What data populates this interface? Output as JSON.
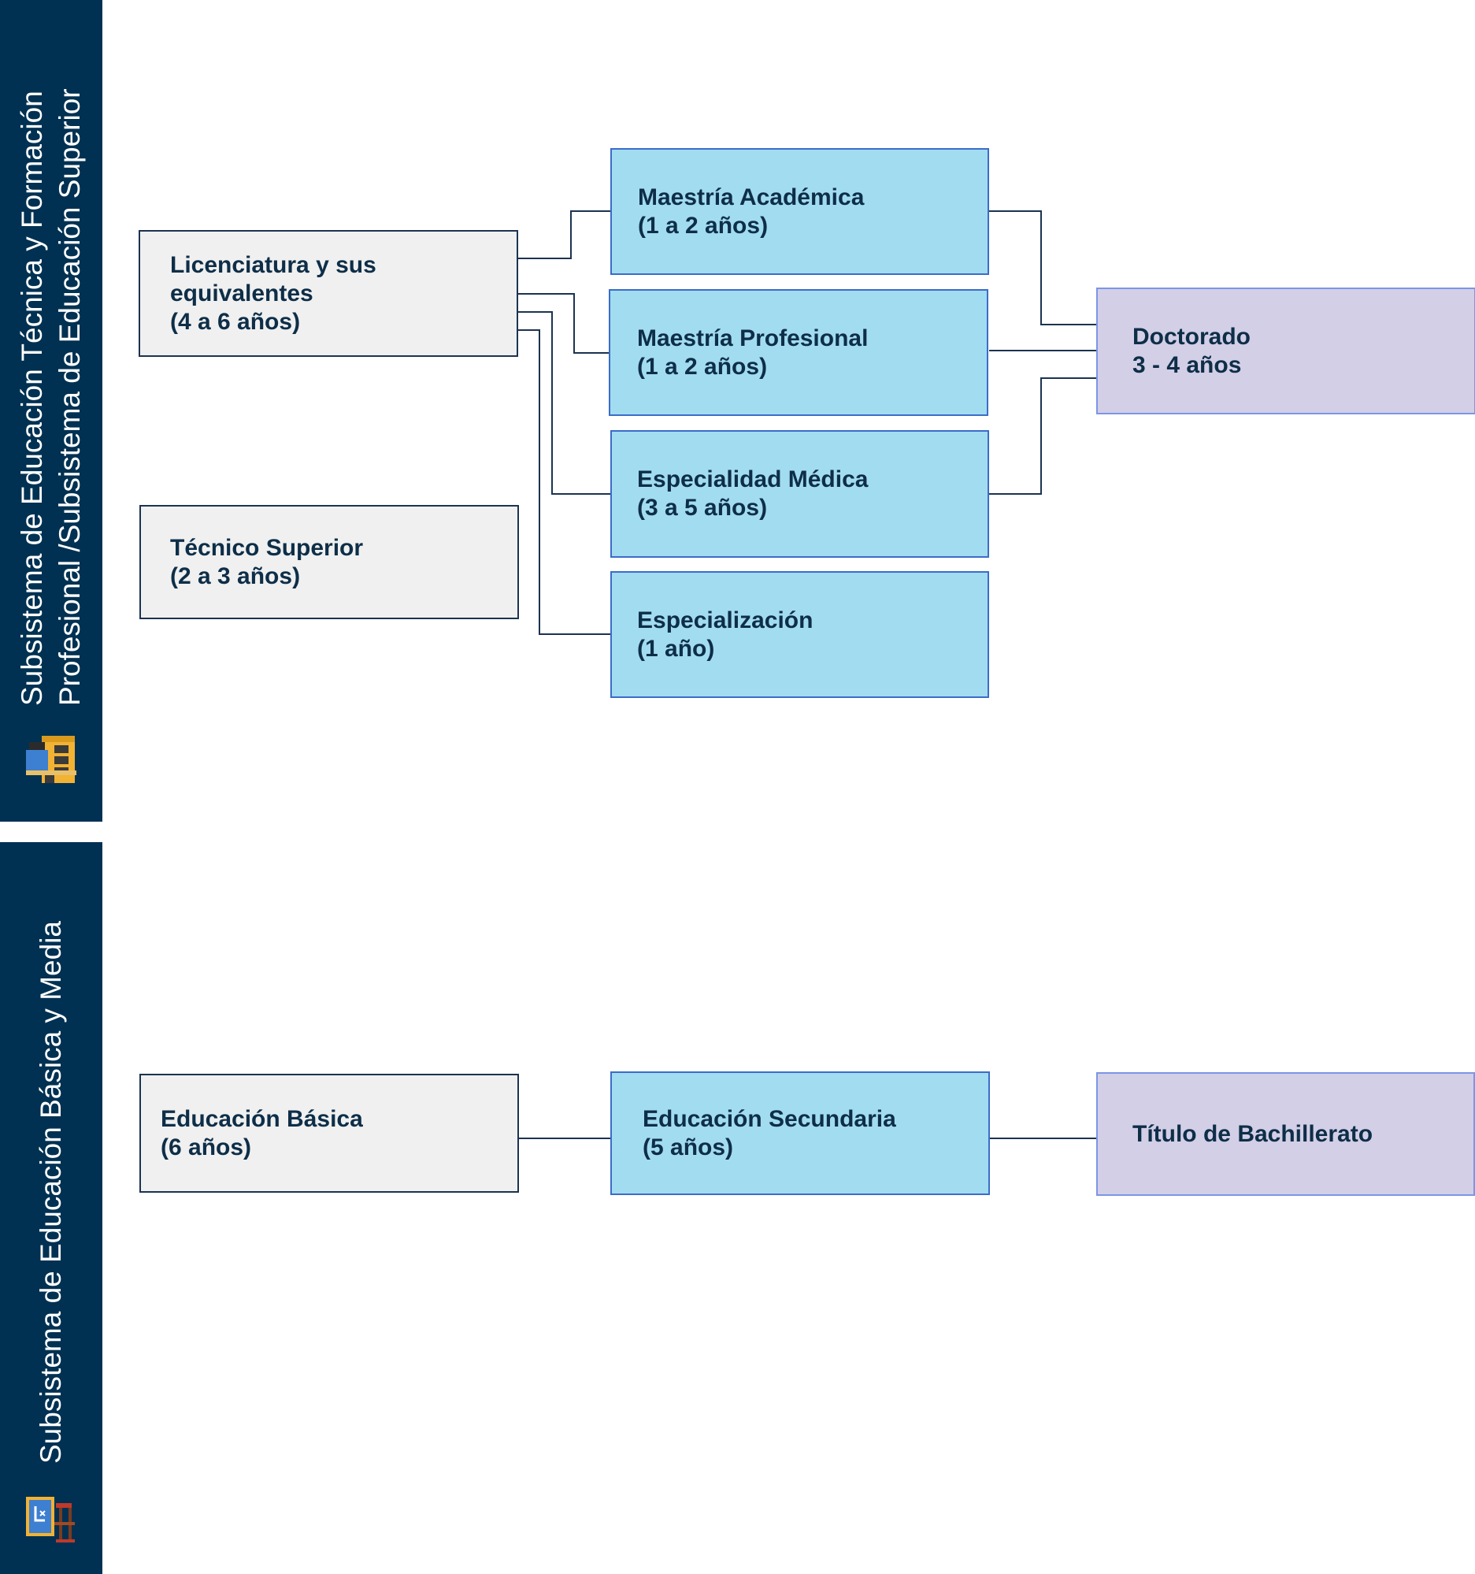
{
  "bands": {
    "superior": {
      "title_lines": [
        "Subsistema de Educación Técnica y Formación",
        "Profesional /Subsistema de Educación Superior"
      ],
      "icon": "university-building-icon"
    },
    "basica": {
      "title_lines": [
        "Subsistema de Educación Básica y Media"
      ],
      "icon": "classroom-desk-icon"
    }
  },
  "nodes": {
    "licenciatura": {
      "lines": [
        "Licenciatura y sus",
        "equivalentes",
        "(4 a 6 años)"
      ]
    },
    "tecnico": {
      "lines": [
        "Técnico Superior",
        "(2 a 3 años)"
      ]
    },
    "maestria_academica": {
      "lines": [
        "Maestría Académica",
        "(1 a 2 años)"
      ]
    },
    "maestria_profesional": {
      "lines": [
        "Maestría Profesional",
        "(1 a 2 años)"
      ]
    },
    "especialidad_medica": {
      "lines": [
        "Especialidad Médica",
        "(3 a 5 años)"
      ]
    },
    "especializacion": {
      "lines": [
        "Especialización",
        "(1 año)"
      ]
    },
    "doctorado": {
      "lines": [
        "Doctorado",
        "3 - 4 años"
      ]
    },
    "basica": {
      "lines": [
        "Educación Básica",
        "(6 años)"
      ]
    },
    "secundaria": {
      "lines": [
        "Educación Secundaria",
        "(5 años)"
      ]
    },
    "bachillerato": {
      "lines": [
        "Título de Bachillerato"
      ]
    }
  },
  "colors": {
    "band": "#003152",
    "node_grey": "#f0f0f0",
    "node_blue": "#a2dcf1",
    "node_lavender": "#d3cfe6",
    "text": "#0e2e48",
    "connector": "#1b3350"
  }
}
